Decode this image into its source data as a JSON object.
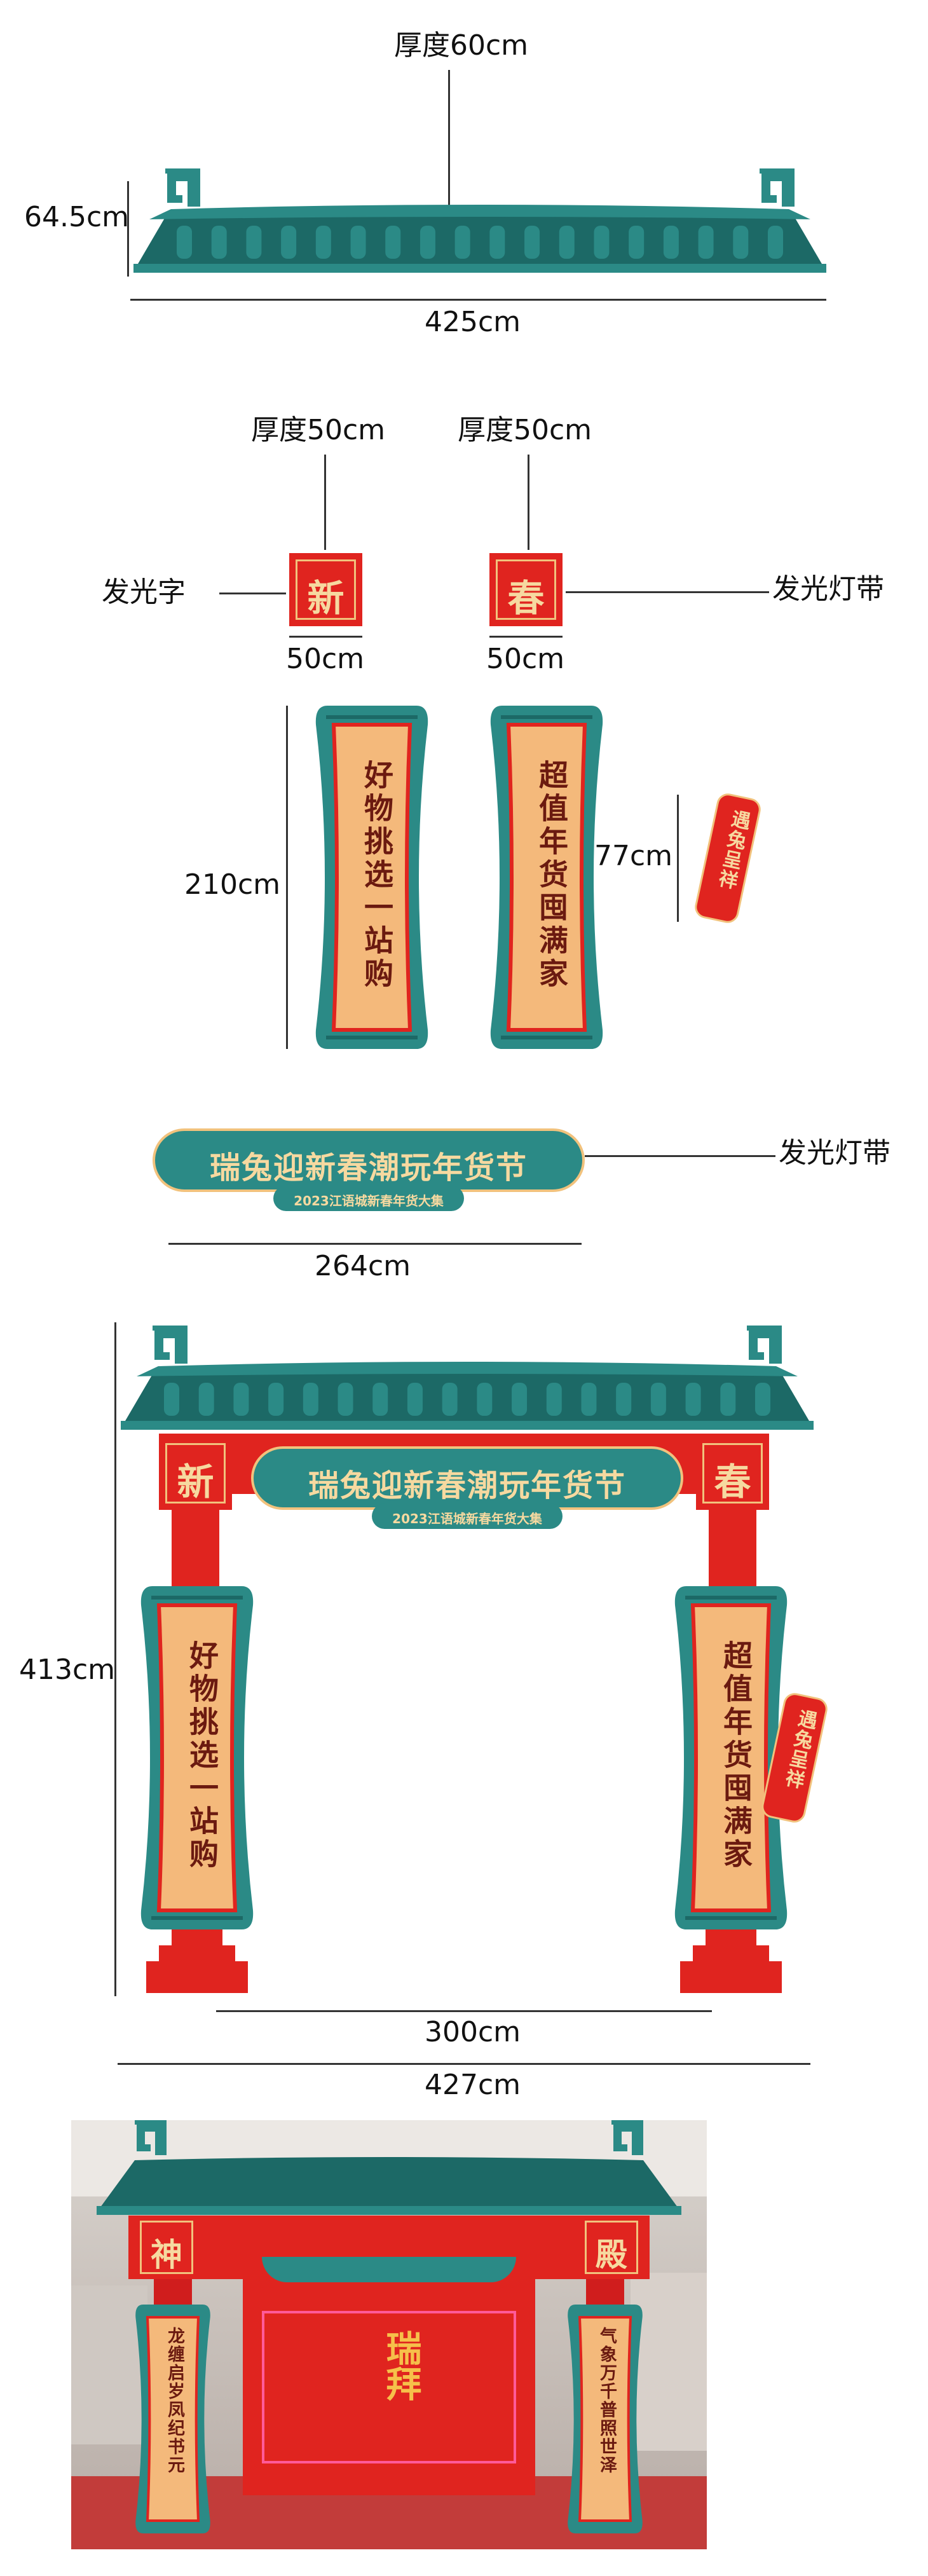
{
  "colors": {
    "teal": "#2b8a86",
    "teal_dark": "#1c6966",
    "red": "#e0241f",
    "red_dark": "#b8141a",
    "cream": "#f4b97b",
    "gold": "#f1c27d"
  },
  "roof": {
    "thickness_label": "厚度60cm",
    "height_label": "64.5cm",
    "width_label": "425cm"
  },
  "lanterns": {
    "left": {
      "thickness_label": "厚度50cm",
      "char": "新",
      "width_label": "50cm",
      "side_label": "发光字"
    },
    "right": {
      "thickness_label": "厚度50cm",
      "char": "春",
      "width_label": "50cm",
      "side_label": "发光灯带"
    }
  },
  "pillars": {
    "height_label": "210cm",
    "left_text": "好物挑选一站购",
    "right_text": "超值年货囤满家",
    "tag_text": "遇兔呈祥",
    "tag_height_label": "77cm"
  },
  "banner": {
    "title": "瑞兔迎新春潮玩年货节",
    "subtitle": "2023江语城新春年货大集",
    "side_label": "发光灯带",
    "width_label": "264cm"
  },
  "gate": {
    "left_char": "新",
    "right_char": "春",
    "title": "瑞兔迎新春潮玩年货节",
    "subtitle": "2023江语城新春年货大集",
    "left_text": "好物挑选一站购",
    "right_text": "超值年货囤满家",
    "tag_text": "遇兔呈祥",
    "height_label": "413cm",
    "inner_width_label": "300cm",
    "outer_width_label": "427cm"
  },
  "photo": {
    "left_char": "神",
    "right_char": "殿",
    "left_text": "龙缠启岁凤纪书元",
    "right_text": "气象万千普照世泽",
    "center_text": "瑞拜"
  }
}
